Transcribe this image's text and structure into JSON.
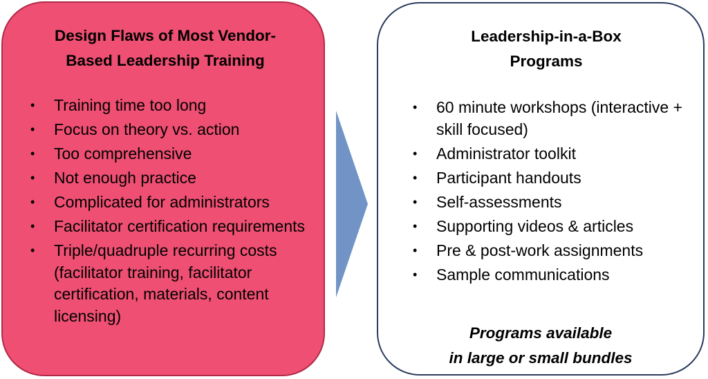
{
  "colors": {
    "left_fill": "#ee4f72",
    "left_border": "#b22a48",
    "right_fill": "#ffffff",
    "right_border": "#2b3b5e",
    "arrow_fill": "#7293c6"
  },
  "left_panel": {
    "title_line1": "Design Flaws of Most Vendor-",
    "title_line2": "Based Leadership Training",
    "bullet_glyph": "•",
    "items": [
      "Training time too long",
      "Focus on theory vs. action",
      "Too comprehensive",
      "Not enough practice",
      "Complicated for administrators",
      "Facilitator certification requirements",
      "Triple/quadruple recurring costs (facilitator training, facilitator certification, materials, content licensing)"
    ]
  },
  "arrow": {
    "icon": "right-arrow-triangle"
  },
  "right_panel": {
    "title_line1": "Leadership-in-a-Box",
    "title_line2": "Programs",
    "bullet_glyph": "•",
    "items": [
      "60 minute workshops (interactive + skill focused)",
      "Administrator toolkit",
      "Participant handouts",
      "Self-assessments",
      "Supporting videos & articles",
      "Pre & post-work assignments",
      "Sample communications"
    ],
    "footer_line1": "Programs available",
    "footer_line2": "in large or small bundles"
  }
}
